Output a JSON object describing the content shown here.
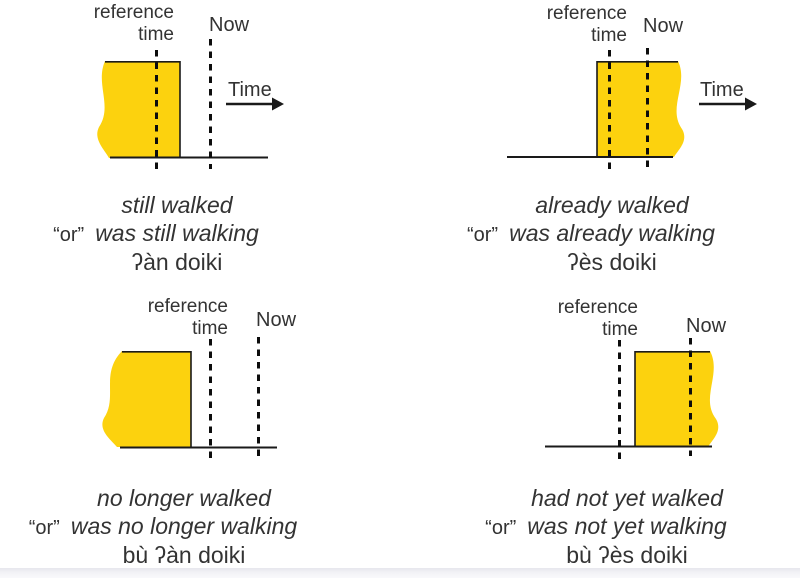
{
  "figure": {
    "description_labels_shared": [
      "reference",
      "time",
      "Now",
      "Time"
    ],
    "colors": {
      "event_block_fill": "#FCD20E",
      "event_block_outline": "#1A1A1A",
      "timeline_line": "#1A1A1A",
      "dashed_line": "#0D0D0D",
      "text": "#333333",
      "footer_strip": "#E7E7ED",
      "background": "#FFFFFF"
    }
  },
  "quadrants": [
    {
      "name": "still",
      "reference_label_line1": "reference",
      "reference_label_line2": "time",
      "now_label": "Now",
      "time_label": "Time",
      "caption_line1": "still walked",
      "caption_or": "“or”",
      "caption_line2": "was still walking",
      "caption_line3": "ʔàn doiki"
    },
    {
      "name": "already",
      "reference_label_line1": "reference",
      "reference_label_line2": "time",
      "now_label": "Now",
      "time_label": "Time",
      "caption_line1": "already walked",
      "caption_or": "“or”",
      "caption_line2": "was already walking",
      "caption_line3": "ʔès doiki"
    },
    {
      "name": "no-longer",
      "reference_label_line1": "reference",
      "reference_label_line2": "time",
      "now_label": "Now",
      "caption_line1": "no longer walked",
      "caption_or": "“or”",
      "caption_line2": "was no longer walking",
      "caption_line3": "bù ʔàn doiki"
    },
    {
      "name": "not-yet",
      "reference_label_line1": "reference",
      "reference_label_line2": "time",
      "now_label": "Now",
      "caption_line1": "had not yet walked",
      "caption_or": "“or”",
      "caption_line2": "was not yet walking",
      "caption_line3": "bù ʔès doiki"
    }
  ]
}
